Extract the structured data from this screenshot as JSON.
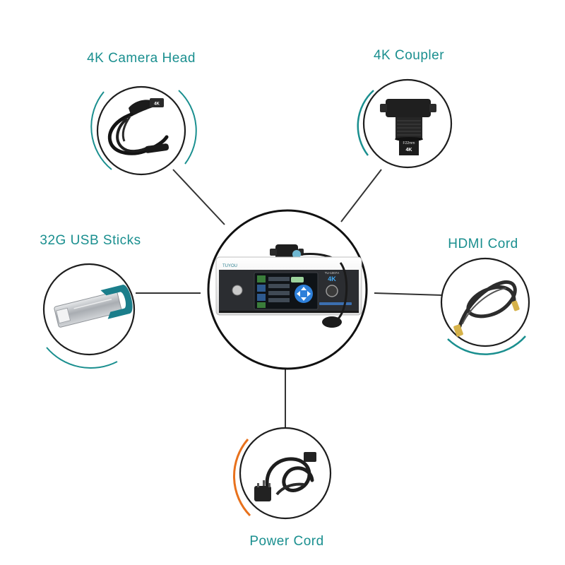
{
  "labels": {
    "camera_head": "4K Camera Head",
    "coupler": "4K Coupler",
    "usb_sticks": "32G USB Sticks",
    "hdmi_cord": "HDMI Cord",
    "power_cord": "Power Cord"
  },
  "product_markings": {
    "camera_head_badge": "4K",
    "coupler_model": "F22mm",
    "coupler_badge": "4K",
    "host_brand": "TUYOU",
    "host_model": "TU-1007A",
    "host_badge": "4K"
  },
  "colors": {
    "label_text": "#1a8f8f",
    "accent_teal": "#1a8f8f",
    "accent_orange": "#e8711c",
    "connector_line": "#333333",
    "circle_border": "#1e1e1e",
    "host_circle_border": "#111111"
  }
}
